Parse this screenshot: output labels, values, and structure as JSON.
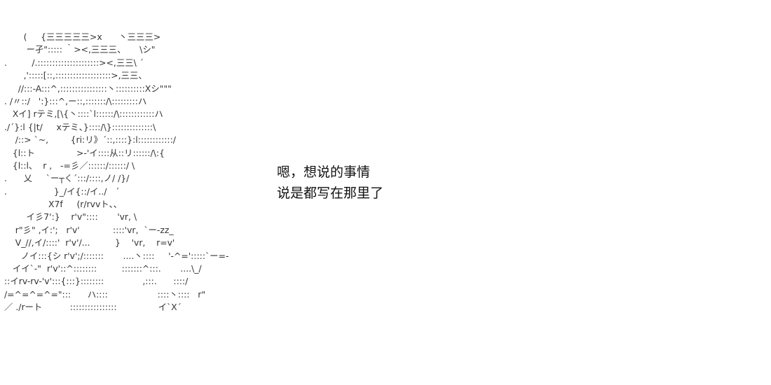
{
  "art": {
    "lines": [
      "       (     {三三三三三>x      丶三三三>",
      "        ー孑\"::::: ｀><,三三三、     \\シ\"",
      ".         /.:::::::::::::::::::::><,三三\\ ´",
      "       ,':::::[::,:::::::::::::::::::>,三三、",
      "     //:::-A:::^,::::::::::::::::丶::::::::::Xシ\"\"\"",
      ". /〃::/   ':}:::^,ー::,:::::::/\\:::::::::ハ",
      "   Xイ] rテミ,[\\{丶::::`l::::::/\\::::::::::::ハ",
      "./´}:l {|t/     xテミ、}::::/\\}::::::::::::::\\",
      "    /::> `~,        {ri:リ》´::,::::}:l::::::::::::/",
      "   {l::ト               >-'イ::::从::リ::::::/\\:{",
      "   {l::l、  r ,   -=彡／::::::/::::::/ \\",
      ".      乂     `ー┬く´:::/::::,ノ/ /}/",
      ".                 }_/イ{::/イ../   ´",
      "                X7f     (r/rvvト、、",
      "        イ彡7':}    r'v\"::::       'vr, \\",
      "    r\"彡\" ,イ:';   r'v'            ::::'vr,  `ー-zz_",
      "    V_//,イ/::::'  r'v'/...         }    'vr,    r=v'",
      "      ノイ:::{シ r'v';/:::::::       ....丶::::     '-^=':::::`ー=-",
      "   イイ`-\"  r'v'::^::::::::         :::::::^:::.       ....\\_/",
      "::イrv-rv-'v':::{:::}::::::::              ,:::.      ::::/",
      "/=^=^=^=\":::      ハ::::                  ::::丶::::   r\"",
      "／ ./rート          ::::::::::::::::               イ`X´"
    ]
  },
  "caption": {
    "line1": "嗯，想说的事情",
    "line2": "说是都写在那里了"
  }
}
